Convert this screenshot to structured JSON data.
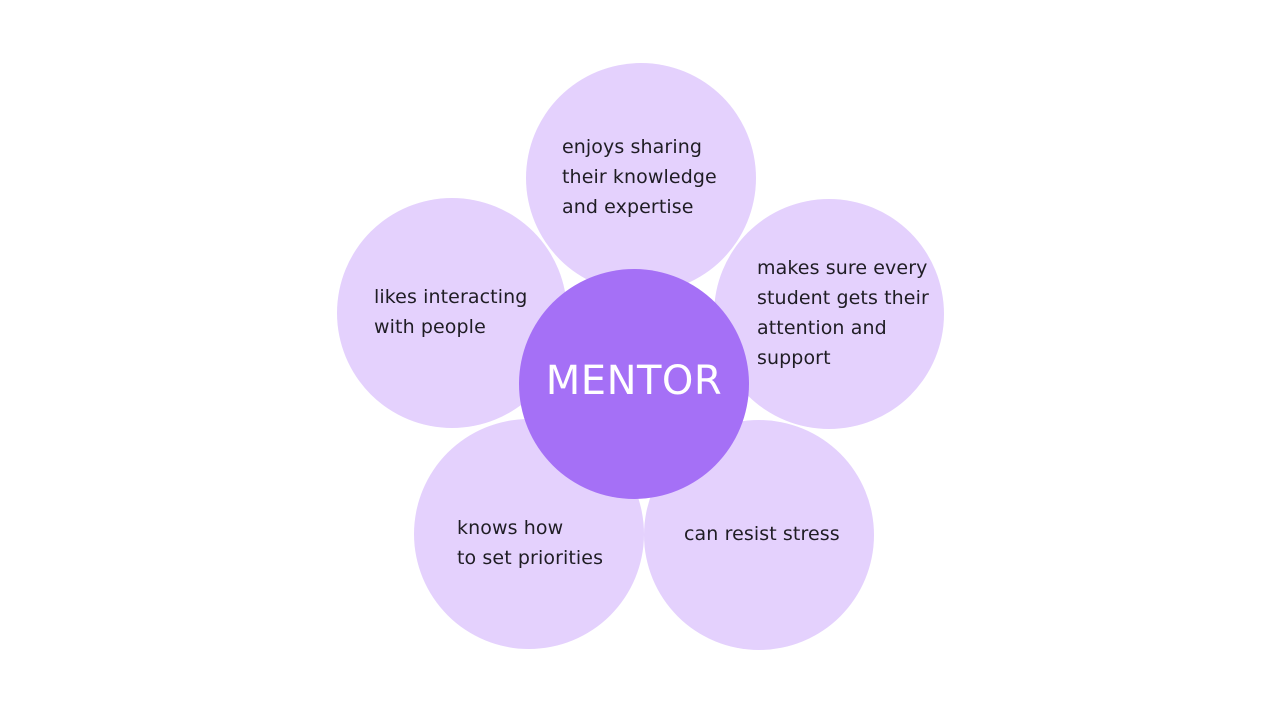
{
  "diagram": {
    "center": {
      "label": "MENTOR",
      "color": "#a570f6"
    },
    "petal_color": "#e4d1fd",
    "petals": [
      {
        "id": "top",
        "text": "enjoys sharing\ntheir knowledge\nand expertise"
      },
      {
        "id": "left",
        "text": "likes interacting\nwith people"
      },
      {
        "id": "right",
        "text": "makes sure every\nstudent gets their\nattention and\nsupport"
      },
      {
        "id": "bottom-left",
        "text": "knows how\nto set priorities"
      },
      {
        "id": "bottom-right",
        "text": "can resist stress"
      }
    ]
  }
}
